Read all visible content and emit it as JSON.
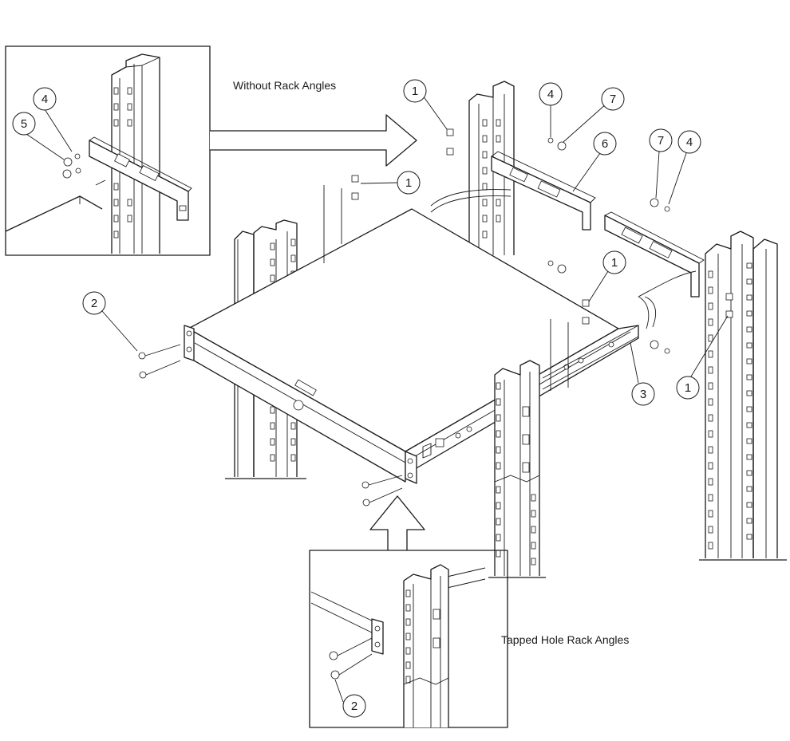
{
  "captions": {
    "without_rack_angles": "Without Rack Angles",
    "tapped_hole_rack_angles": "Tapped Hole Rack Angles"
  },
  "callouts": {
    "c1_top": "1",
    "c1_mid": "1",
    "c1_right_low": "1",
    "c1_right_up": "1",
    "c2_left": "2",
    "c2_bottom": "2",
    "c3": "3",
    "c4_top": "4",
    "c4_right": "4",
    "c4_inset": "4",
    "c5_inset": "5",
    "c6": "6",
    "c7_top": "7",
    "c7_right": "7"
  }
}
